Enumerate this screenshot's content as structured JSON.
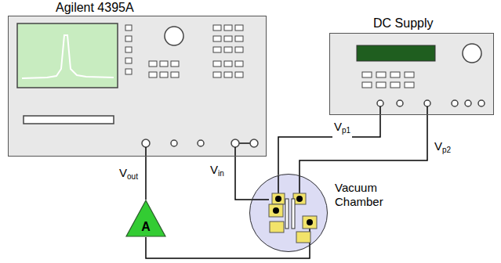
{
  "diagram": {
    "nodes": [
      {
        "text": [
          "Agilent 4395A"
        ]
      },
      {
        "text": [
          "DC Supply"
        ]
      },
      {
        "text": [
          "Vacuum Chamber"
        ]
      },
      {
        "text": [
          "A"
        ]
      }
    ],
    "edges": [
      {
        "from": 0,
        "to": 3,
        "arrow": "none",
        "label": "Vout"
      },
      {
        "from": 3,
        "to": 2,
        "arrow": "none"
      },
      {
        "from": 0,
        "to": 2,
        "arrow": "none",
        "label": "Vin"
      },
      {
        "from": 1,
        "to": 2,
        "arrow": "none",
        "label": "Vp1"
      },
      {
        "from": 1,
        "to": 2,
        "arrow": "none",
        "label": "Vp2"
      }
    ]
  }
}
